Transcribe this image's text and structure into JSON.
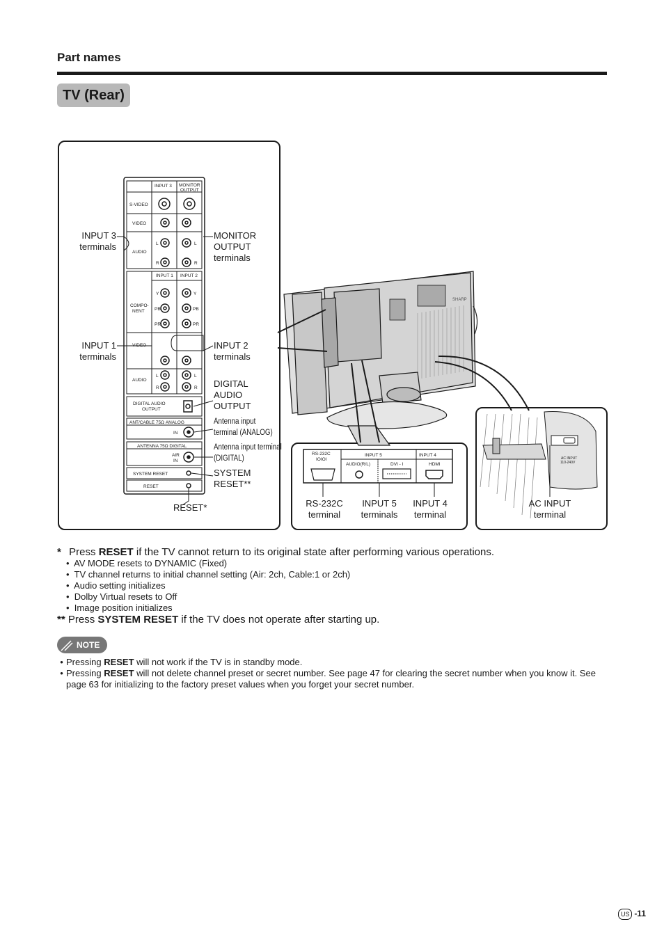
{
  "header": {
    "section_title": "Part names",
    "page_heading": "TV (Rear)"
  },
  "diagram": {
    "labels": {
      "input3": [
        "INPUT 3",
        "terminals"
      ],
      "monitor_output": [
        "MONITOR",
        "OUTPUT",
        "terminals"
      ],
      "input1": [
        "INPUT 1",
        "terminals"
      ],
      "input2": [
        "INPUT 2",
        "terminals"
      ],
      "digital_audio_output": [
        "DIGITAL",
        "AUDIO",
        "OUTPUT"
      ],
      "antenna_analog": [
        "Antenna input",
        "terminal (ANALOG)"
      ],
      "antenna_digital": [
        "Antenna input terminal",
        "(DIGITAL)"
      ],
      "system_reset": [
        "SYSTEM",
        "RESET**"
      ],
      "reset": "RESET*",
      "rs232c": [
        "RS-232C",
        "terminal"
      ],
      "input5": [
        "INPUT 5",
        "terminals"
      ],
      "input4": [
        "INPUT 4",
        "terminal"
      ],
      "ac_input": [
        "AC INPUT",
        "terminal"
      ]
    },
    "panel_texts": {
      "input3": "INPUT 3",
      "monitor_output": [
        "MONITOR",
        "OUTPUT"
      ],
      "s_video": "S-VIDEO",
      "video": "VIDEO",
      "audio": "AUDIO",
      "l": "L",
      "r": "R",
      "input1": "INPUT 1",
      "input2": "INPUT 2",
      "y": "Y",
      "pb": "PB",
      "pr": "PR",
      "component": [
        "COMPO-",
        "NENT"
      ],
      "digital_audio_output": [
        "DIGITAL AUDIO",
        "OUTPUT"
      ],
      "ant_cable_analog": "ANT/CABLE 75Ω  ANALOG",
      "in": "IN",
      "antenna_digital": "ANTENNA 75Ω  DIGITAL",
      "air": "AIR",
      "system_reset": "SYSTEM RESET",
      "reset": "RESET",
      "rs232c_top": "RS-232C",
      "rs232c_sub": "IOIOI",
      "input5": "INPUT 5",
      "audio_rl": "AUDIO(R/L)",
      "dvi_i": "DVI - I",
      "input4": "INPUT 4",
      "hdmi": "HDMI",
      "ac_input_small": [
        "AC INPUT",
        "110-240V"
      ],
      "brand": "SHARP"
    }
  },
  "footnotes": {
    "reset_prefix": "*",
    "reset_press": "Press",
    "reset_word": "RESET",
    "reset_rest": "if the TV cannot return to its original state after performing various operations.",
    "reset_items": [
      "AV MODE resets to DYNAMIC (Fixed)",
      "TV channel returns to initial channel setting (Air: 2ch, Cable:1 or 2ch)",
      "Audio setting initializes",
      "Dolby Virtual resets to Off",
      "Image position initializes"
    ],
    "system_prefix": "**",
    "system_press": "Press",
    "system_word": "SYSTEM RESET",
    "system_rest": "if the TV does not operate after starting up."
  },
  "note": {
    "badge": "NOTE",
    "items": [
      {
        "pre": "Pressing",
        "bold": "RESET",
        "post": "will not work if the TV is in standby mode."
      },
      {
        "pre": "Pressing",
        "bold": "RESET",
        "post": "will not delete channel preset or secret number. See page 47 for clearing the secret number when you know it. See page 63 for initializing to the factory preset values when you forget your secret number."
      }
    ]
  },
  "footer": {
    "region": "US",
    "page": "-11"
  }
}
